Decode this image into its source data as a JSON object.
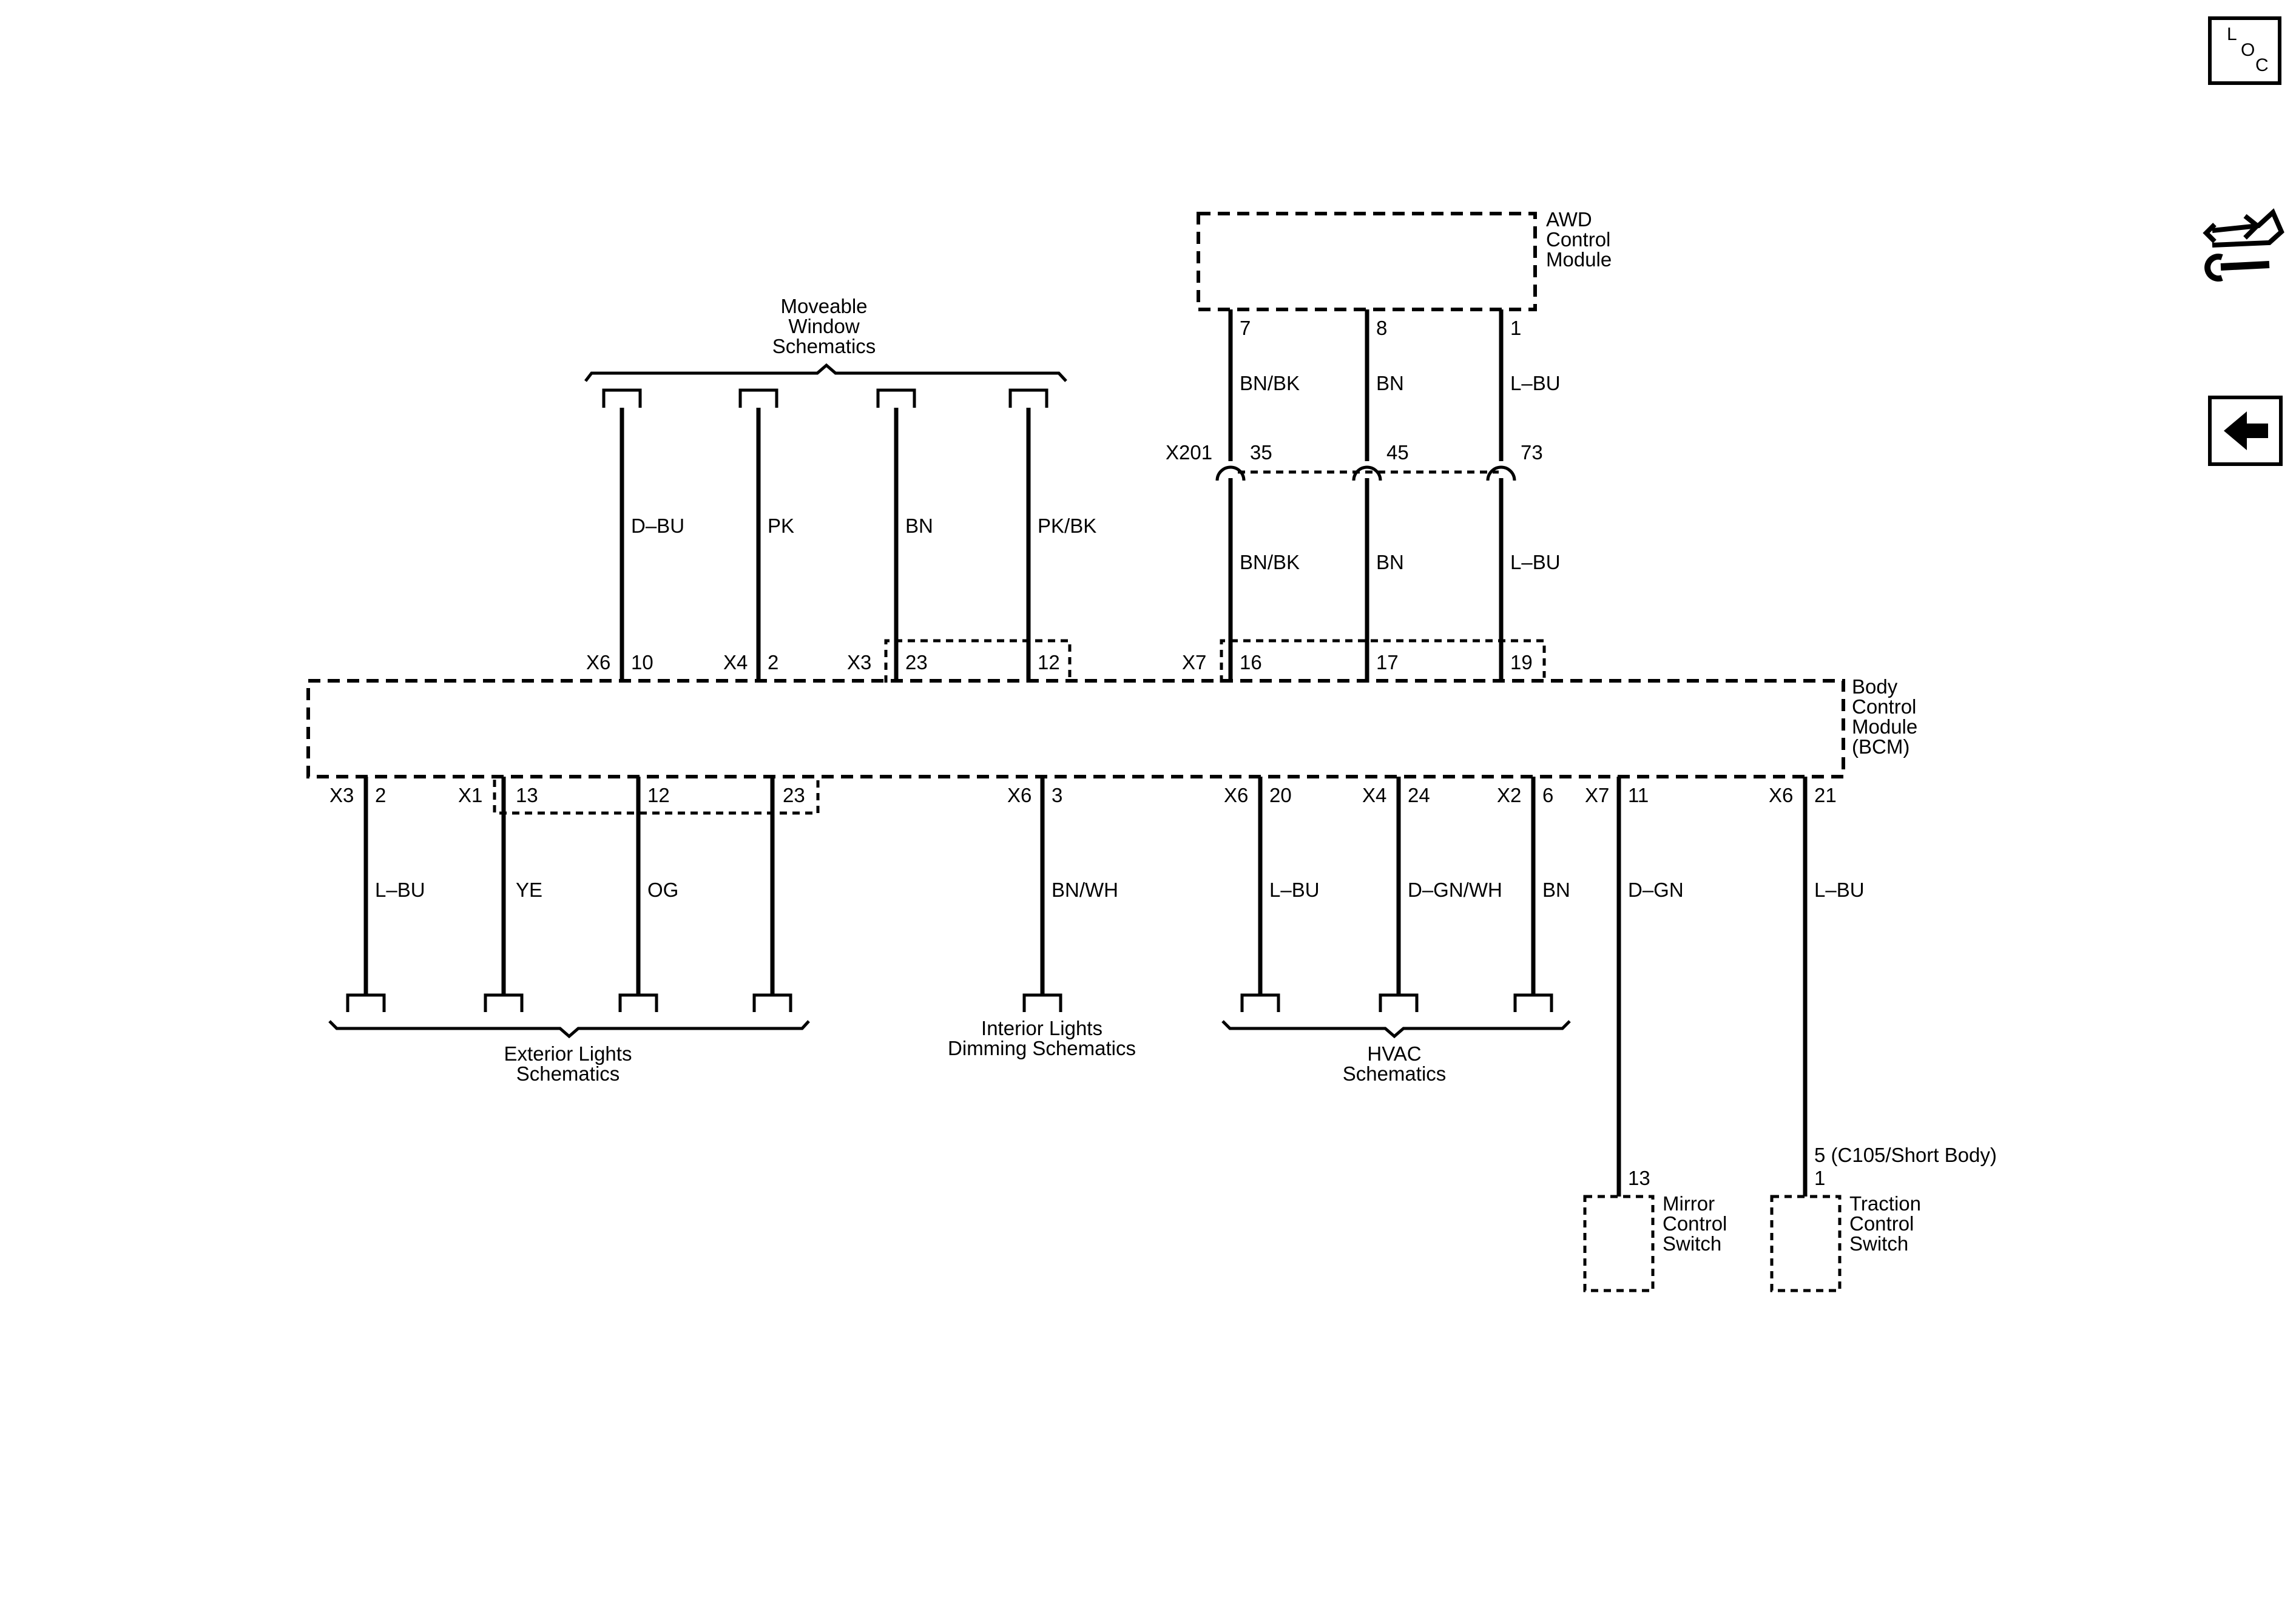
{
  "side_buttons": {
    "loc": {
      "letters": [
        "L",
        "O",
        "C"
      ]
    },
    "return_icon": "arrow-left-icon",
    "info_icon": "arrows-wrench-icon"
  },
  "modules": {
    "awd": {
      "lines": [
        "AWD",
        "Control",
        "Module"
      ]
    },
    "bcm": {
      "lines": [
        "Body",
        "Control",
        "Module",
        "(BCM)"
      ]
    },
    "mirror": {
      "lines": [
        "Mirror",
        "Control",
        "Switch"
      ]
    },
    "traction": {
      "lines": [
        "Traction",
        "Control",
        "Switch"
      ]
    }
  },
  "references": {
    "moveable_window": {
      "lines": [
        "Moveable",
        "Window",
        "Schematics"
      ]
    },
    "exterior_lights": {
      "lines": [
        "Exterior Lights",
        "Schematics"
      ]
    },
    "interior_dimming": {
      "lines": [
        "Interior Lights",
        "Dimming Schematics"
      ]
    },
    "hvac": {
      "lines": [
        "HVAC",
        "Schematics"
      ]
    }
  },
  "inline_connector": {
    "name": "X201"
  },
  "awd_wires": [
    {
      "module_pin": "7",
      "upper_color": "BN/BK",
      "x201_pin": "35",
      "lower_color": "BN/BK",
      "bcm_pin": "16"
    },
    {
      "module_pin": "8",
      "upper_color": "BN",
      "x201_pin": "45",
      "lower_color": "BN",
      "bcm_pin": "17"
    },
    {
      "module_pin": "1",
      "upper_color": "L–BU",
      "x201_pin": "73",
      "lower_color": "L–BU",
      "bcm_pin": "19"
    }
  ],
  "awd_connector": "X7",
  "window_wires": [
    {
      "connector": "X6",
      "pin": "10",
      "color": "D–BU"
    },
    {
      "connector": "X4",
      "pin": "2",
      "color": "PK"
    },
    {
      "connector": "X3",
      "pin": "23",
      "color": "BN"
    },
    {
      "connector": "",
      "pin": "12",
      "color": "PK/BK"
    }
  ],
  "bottom_wires": [
    {
      "connector": "X3",
      "pin": "2",
      "color": "L–BU"
    },
    {
      "connector": "X1",
      "pin": "13",
      "color": "YE"
    },
    {
      "connector": "",
      "pin": "12",
      "color": "OG"
    },
    {
      "connector": "",
      "pin": "23",
      "color": ""
    },
    {
      "connector": "X6",
      "pin": "3",
      "color": "BN/WH"
    },
    {
      "connector": "X6",
      "pin": "20",
      "color": "L–BU"
    },
    {
      "connector": "X4",
      "pin": "24",
      "color": "D–GN/WH"
    },
    {
      "connector": "X2",
      "pin": "6",
      "color": "BN"
    },
    {
      "connector": "X7",
      "pin": "11",
      "color": "D–GN"
    },
    {
      "connector": "X6",
      "pin": "21",
      "color": "L–BU"
    }
  ],
  "mirror_pin": "13",
  "traction_pins": [
    "5 (C105/Short Body)",
    "1"
  ]
}
